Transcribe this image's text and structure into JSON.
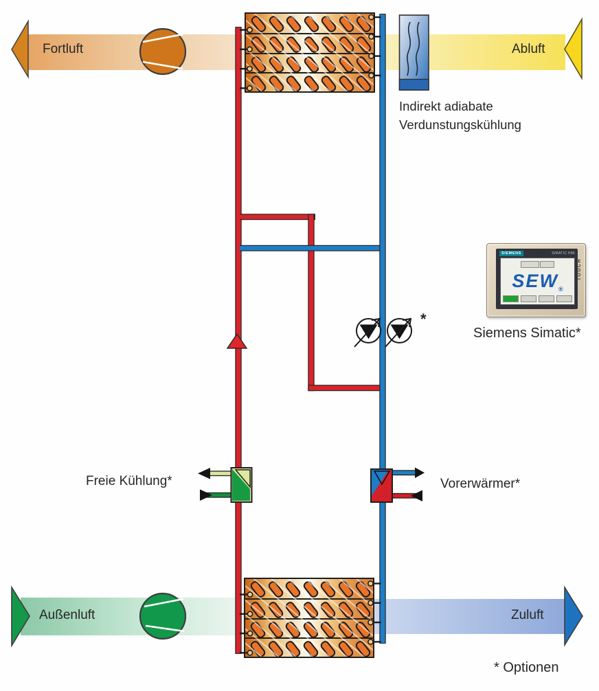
{
  "diagram": {
    "air_streams": {
      "fortluft": "Fortluft",
      "abluft": "Abluft",
      "aussenluft": "Außenluft",
      "zuluft": "Zuluft"
    },
    "annotations": {
      "adiabatic_cooling_line1": "Indirekt adiabate",
      "adiabatic_cooling_line2": "Verdunstungskühlung",
      "free_cooling": "Freie Kühlung*",
      "preheater": "Vorerwärmer*",
      "pump_footnote_mark": "*",
      "controller_caption": "Siemens Simatic*",
      "options_footnote": "* Optionen"
    },
    "controller_panel": {
      "brand": "SIEMENS",
      "model": "SIMATIC HMI",
      "side_label": "TOUCH",
      "screen_logo": "SEW",
      "registered_mark": "®"
    },
    "heat_exchanger": {
      "rows": 4,
      "tubes_per_row": 7
    },
    "colors": {
      "exhaust_orange": "#d4831f",
      "extract_yellow": "#f8d61d",
      "outdoor_green": "#14994a",
      "supply_blue": "#1d73bf",
      "hot_pipe_red": "#d9232a",
      "cold_pipe_blue": "#1f7dc6",
      "valve_free_cooling_green": "#189a43",
      "sew_logo_blue": "#1a5cb0"
    }
  }
}
